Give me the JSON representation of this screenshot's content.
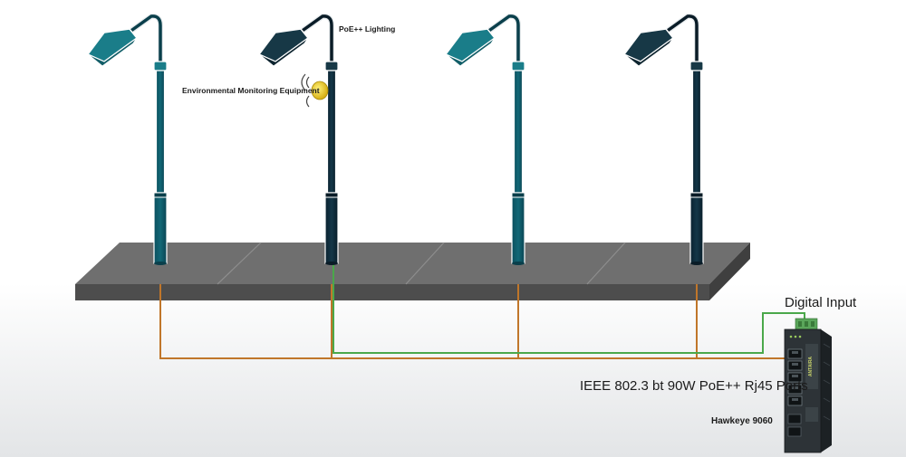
{
  "labels": {
    "poe_lighting": "PoE++ Lighting",
    "environmental": "Environmental Monitoring Equipment",
    "digital_input": "Digital Input",
    "ports": "IEEE 802.3 bt 90W PoE++ Rj45 Ports",
    "device": "Hawkeye 9060"
  },
  "device_logo": "ANTAIRA",
  "colors": {
    "pole_teal": "#0e5a6a",
    "pole_teal_dark": "#0b4a58",
    "pole_navy": "#0d2b3a",
    "lamp_teal": "#1a7d89",
    "lamp_navy": "#173846",
    "platform_top": "#6e6e6e",
    "platform_front": "#4e4e4e",
    "cable_orange": "#c0762a",
    "cable_green": "#4aa84a",
    "sensor_yellow": "#e8c81e",
    "device_body": "#2d3337"
  },
  "poles": [
    {
      "name": "pole-1",
      "style": "teal"
    },
    {
      "name": "pole-2",
      "style": "navy",
      "has_sensor": true
    },
    {
      "name": "pole-3",
      "style": "teal"
    },
    {
      "name": "pole-4",
      "style": "navy"
    }
  ]
}
